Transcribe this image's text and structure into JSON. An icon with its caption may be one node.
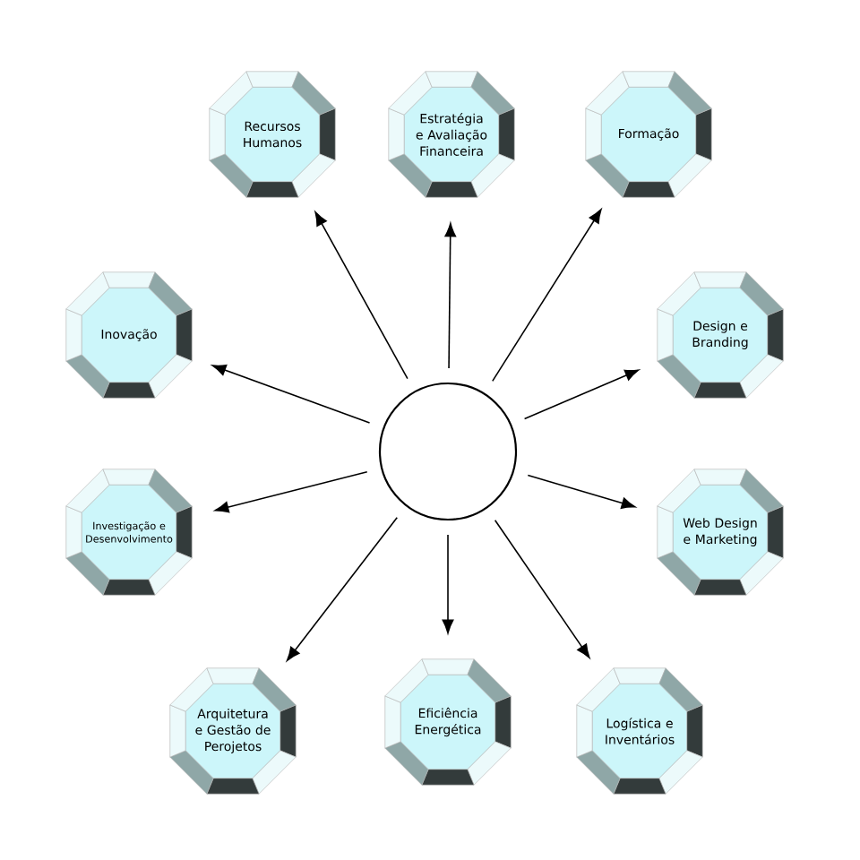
{
  "diagram": {
    "nodes": [
      {
        "text": [],
        "shape": "circle"
      },
      {
        "text": [
          "Recursos Humanos"
        ]
      },
      {
        "text": [
          "Estratégia e Avaliação Financeira"
        ]
      },
      {
        "text": [
          "Formação"
        ]
      },
      {
        "text": [
          "Inovação"
        ]
      },
      {
        "text": [
          "Design e Branding"
        ]
      },
      {
        "text": [
          "Investigação e Desenvolvimento"
        ]
      },
      {
        "text": [
          "Web Design e Marketing"
        ]
      },
      {
        "text": [
          "Arquitetura e Gestão de Perojetos"
        ]
      },
      {
        "text": [
          "Eficiência Energética"
        ]
      },
      {
        "text": [
          "Logística e Inventários"
        ]
      }
    ],
    "edges": [
      {
        "from": 0,
        "to": 1,
        "arrow": "to"
      },
      {
        "from": 0,
        "to": 2,
        "arrow": "to"
      },
      {
        "from": 0,
        "to": 3,
        "arrow": "to"
      },
      {
        "from": 0,
        "to": 4,
        "arrow": "to"
      },
      {
        "from": 0,
        "to": 5,
        "arrow": "to"
      },
      {
        "from": 0,
        "to": 6,
        "arrow": "to"
      },
      {
        "from": 0,
        "to": 7,
        "arrow": "to"
      },
      {
        "from": 0,
        "to": 8,
        "arrow": "to"
      },
      {
        "from": 0,
        "to": 9,
        "arrow": "to"
      },
      {
        "from": 0,
        "to": 10,
        "arrow": "to"
      }
    ]
  }
}
